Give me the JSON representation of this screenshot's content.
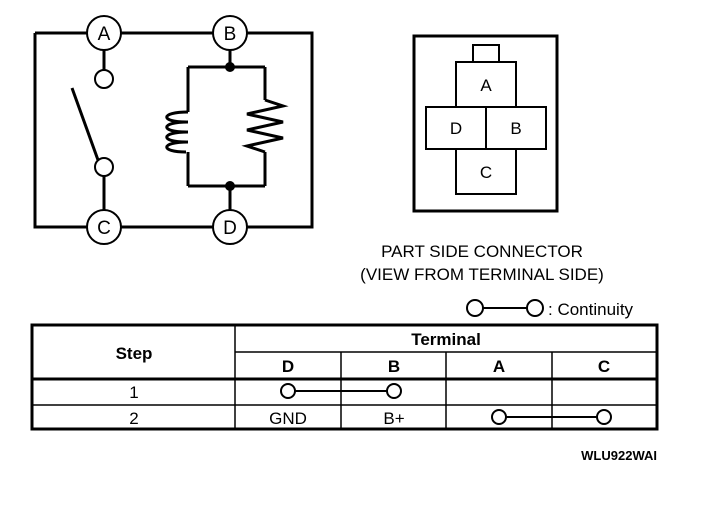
{
  "circuit": {
    "terminals": [
      "A",
      "B",
      "C",
      "D"
    ]
  },
  "connector": {
    "pins": [
      "A",
      "D",
      "B",
      "C"
    ],
    "caption_line1": "PART SIDE CONNECTOR",
    "caption_line2": "(VIEW FROM TERMINAL SIDE)"
  },
  "legend": {
    "continuity_label": ": Continuity"
  },
  "table": {
    "step_header": "Step",
    "terminal_header": "Terminal",
    "columns": [
      "D",
      "B",
      "A",
      "C"
    ],
    "rows": [
      {
        "step": "1",
        "D": "",
        "B": "",
        "A": "",
        "C": ""
      },
      {
        "step": "2",
        "D": "GND",
        "B": "B+",
        "A": "",
        "C": ""
      }
    ]
  },
  "figure_code": "WLU922WAI"
}
